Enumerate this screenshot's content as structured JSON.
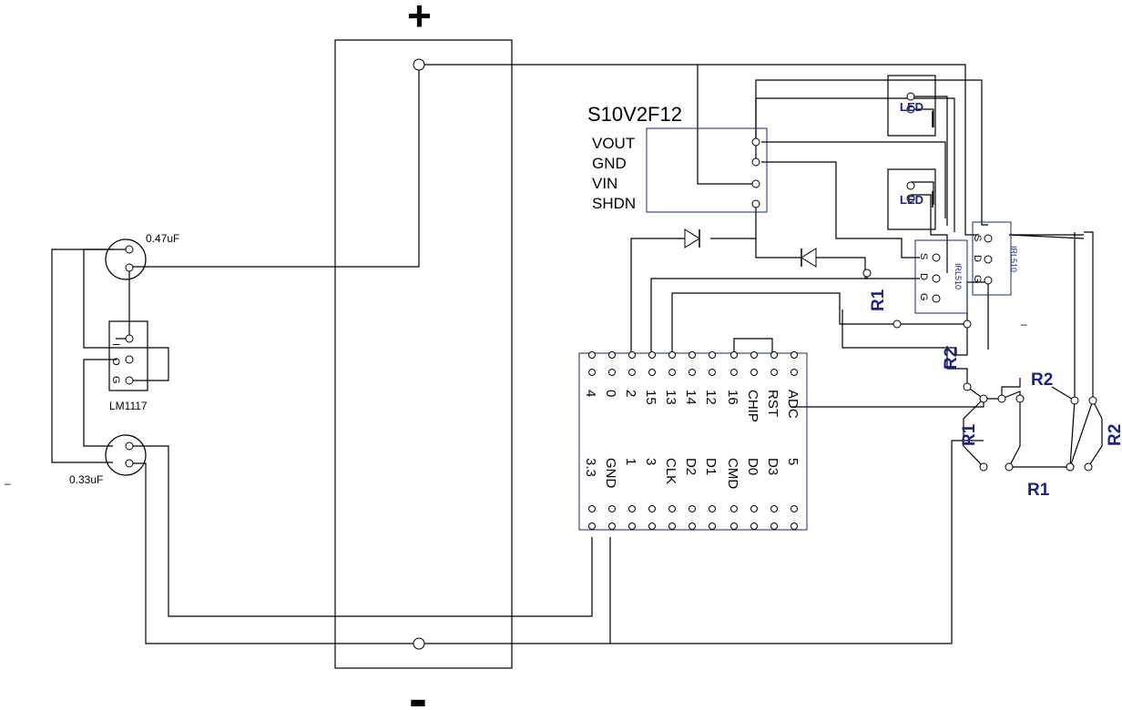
{
  "terminals": {
    "positive": "+",
    "negative": "-"
  },
  "regulator": {
    "name": "S10V2F12",
    "pins": [
      "VOUT",
      "GND",
      "VIN",
      "SHDN"
    ]
  },
  "ldo": {
    "name": "LM1117",
    "pins": [
      "I",
      "O",
      "G"
    ]
  },
  "capacitors": {
    "c_in": "0.47uF",
    "c_out": "0.33uF"
  },
  "leds": {
    "top": "LED",
    "bottom": "LED"
  },
  "mosfets": {
    "name": "IRL510",
    "pins": [
      "S",
      "D",
      "G"
    ]
  },
  "resistors": {
    "r1": "R1",
    "r2": "R2"
  },
  "module": {
    "top_labels": [
      "4",
      "0",
      "2",
      "15",
      "13",
      "14",
      "12",
      "16",
      "CHIP",
      "RST",
      "ADC"
    ],
    "bottom_labels": [
      "3.3",
      "GND",
      "1",
      "3",
      "CLK",
      "D2",
      "D1",
      "CMD",
      "D0",
      "D3",
      "5"
    ]
  },
  "colors": {
    "wire": "#000000",
    "accent": "#1a237e"
  }
}
